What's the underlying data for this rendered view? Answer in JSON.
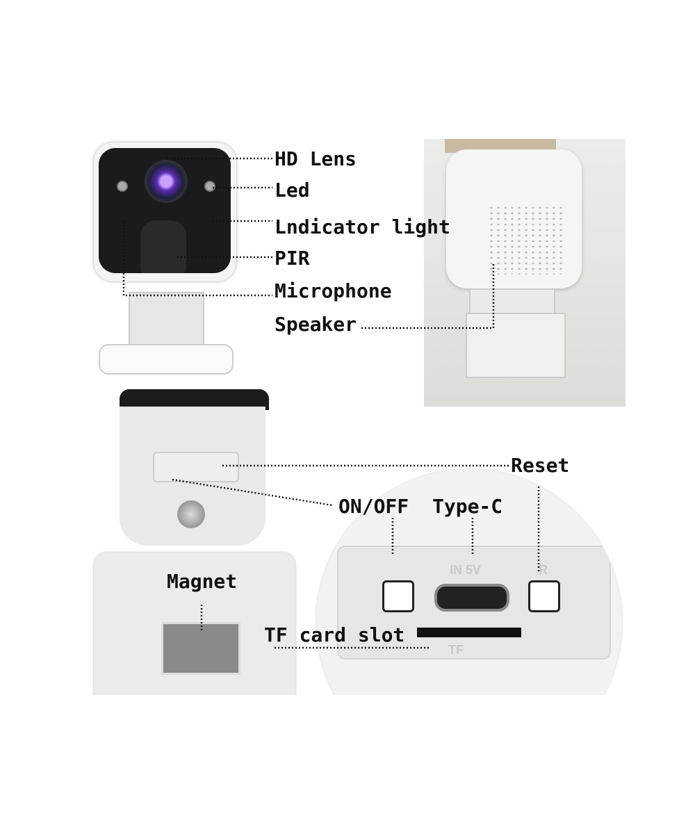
{
  "labels": {
    "hd_lens": "HD Lens",
    "led": "Led",
    "indicator_light": "Lndicator  light",
    "pir": "PIR",
    "microphone": "Microphone",
    "speaker": "Speaker",
    "reset": "Reset",
    "on_off": "ON/OFF",
    "type_c": "Type-C",
    "magnet": "Magnet",
    "tf_card_slot": "TF card slot"
  },
  "device_markings": {
    "power_port": "IN 5V",
    "reset_mark": "R",
    "tf_mark": "TF"
  }
}
